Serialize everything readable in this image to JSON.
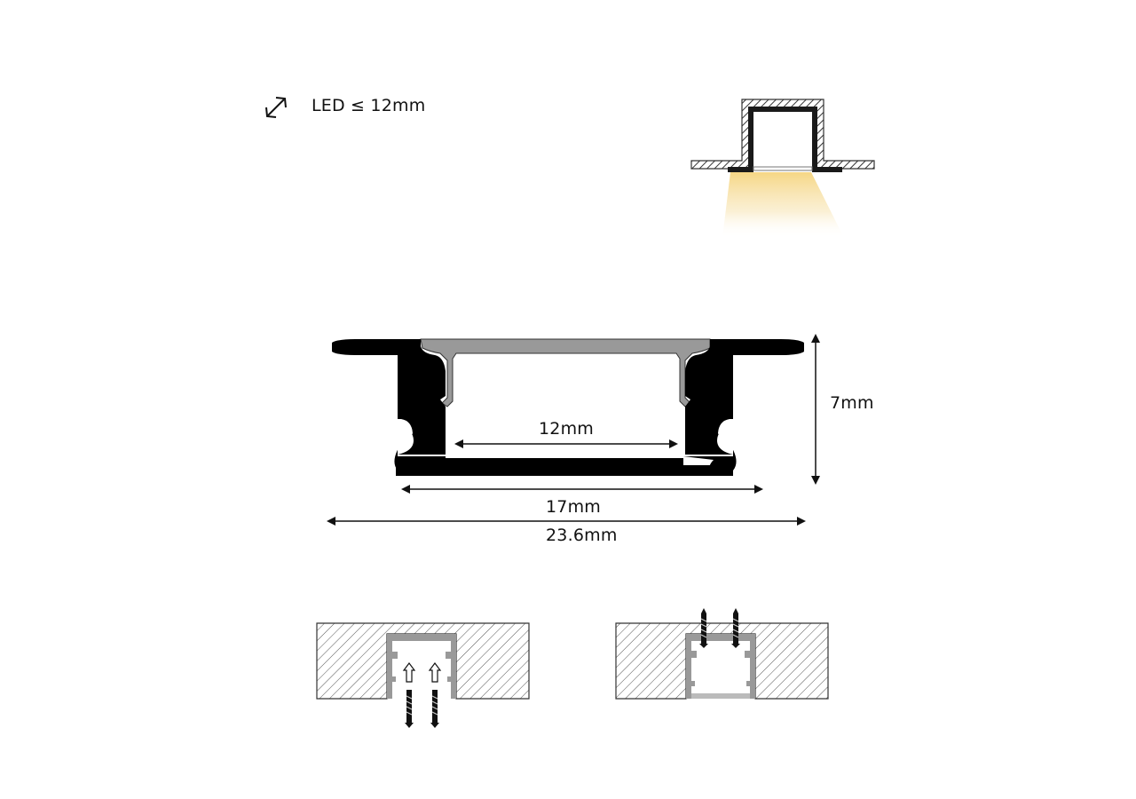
{
  "header": {
    "icon": "diagonal-double-arrow-icon",
    "led_label": "LED ≤ 12mm"
  },
  "dimensions": {
    "inner_width": "12mm",
    "base_width": "17mm",
    "total_width": "23.6mm",
    "height": "7mm"
  },
  "colors": {
    "profile_black": "#000000",
    "diffuser_gray": "#999999",
    "hatch_stroke": "#444444",
    "light_glow": "#f7d98f",
    "text": "#111111"
  },
  "illustrations": {
    "install_icon": "recessed-install-light-icon",
    "mount_from_below": "screw-mount-from-below-icon",
    "mount_from_inside": "screw-mount-from-inside-icon"
  }
}
